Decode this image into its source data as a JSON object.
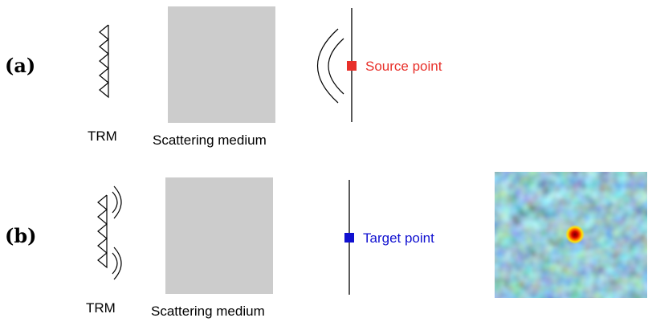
{
  "panels": [
    {
      "label": "(a)",
      "trm_label": "TRM",
      "medium_label": "Scattering medium",
      "point_label": "Source point",
      "point_color": "#e8302a"
    },
    {
      "label": "(b)",
      "trm_label": "TRM",
      "medium_label": "Scattering medium",
      "point_label": "Target point",
      "point_color": "#1010d0"
    }
  ],
  "colors": {
    "medium": "#cccccc",
    "line": "#000000"
  },
  "focus_map": {
    "colormap": "jet"
  }
}
